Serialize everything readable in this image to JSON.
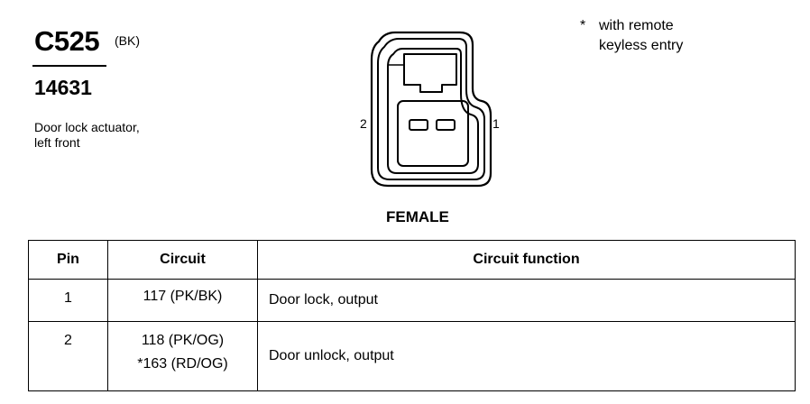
{
  "connector": {
    "id": "C525",
    "color_code": "(BK)",
    "part_number": "14631",
    "description": [
      "Door lock actuator,",
      "left front"
    ],
    "gender": "FEMALE",
    "pin_labels": {
      "left": "2",
      "right": "1"
    }
  },
  "footnote": {
    "marker": "*",
    "lines": [
      "with remote",
      "keyless entry"
    ]
  },
  "table": {
    "headers": [
      "Pin",
      "Circuit",
      "Circuit function"
    ],
    "rows": [
      {
        "pin": "1",
        "circuits": [
          "117 (PK/BK)"
        ],
        "function": "Door lock, output"
      },
      {
        "pin": "2",
        "circuits": [
          "118 (PK/OG)",
          "*163 (RD/OG)"
        ],
        "function": "Door unlock, output"
      }
    ]
  }
}
